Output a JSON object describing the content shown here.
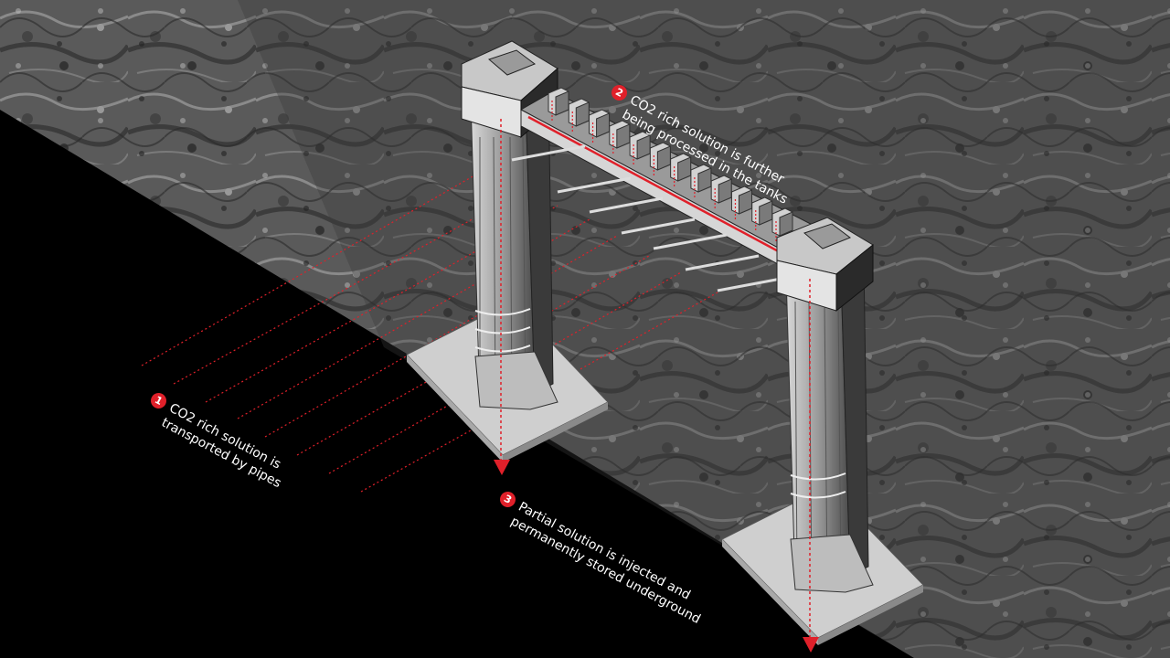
{
  "annotations": [
    {
      "number": "1",
      "line1": "CO2 rich solution is",
      "line2": "transported by pipes"
    },
    {
      "number": "2",
      "line1": "CO2 rich solution is further",
      "line2": "being processed in the tanks"
    },
    {
      "number": "3",
      "line1": "Partial solution is injected and",
      "line2": "permanently stored underground"
    }
  ],
  "colors": {
    "accent": "#e0202a",
    "ground": "#6a6a6a",
    "background": "#000000"
  }
}
